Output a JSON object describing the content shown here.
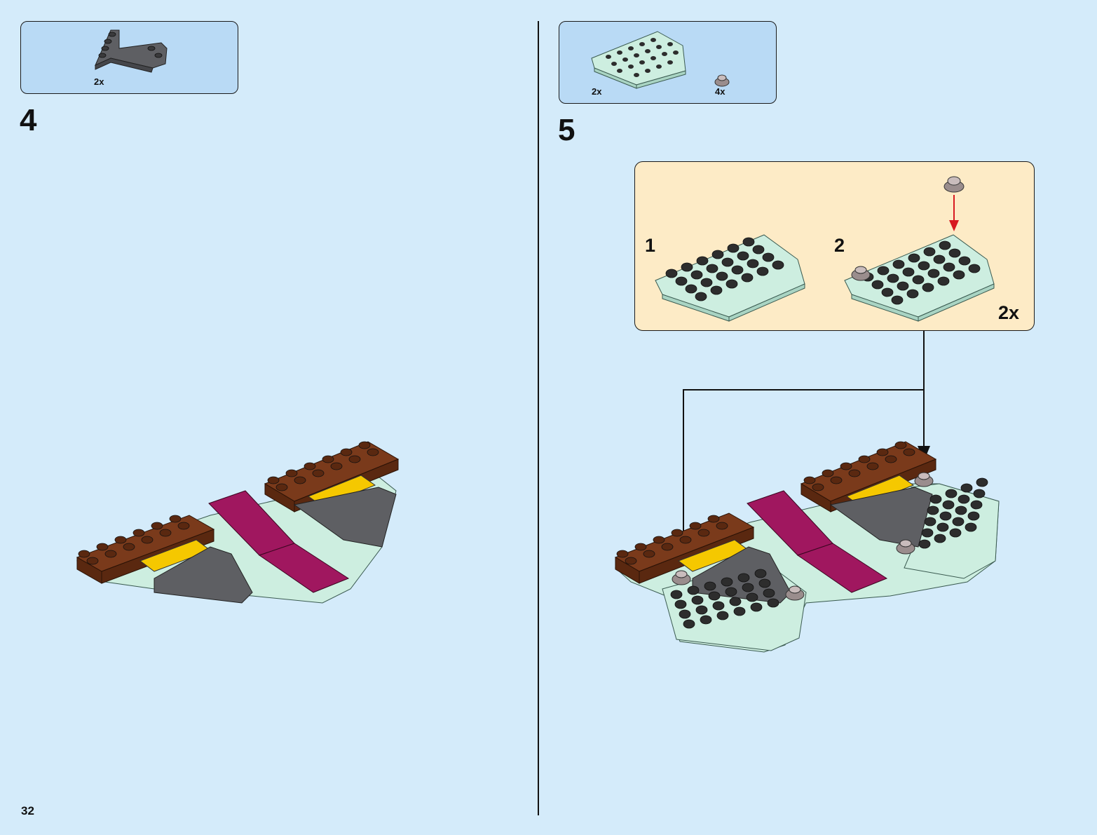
{
  "page": {
    "number": "32"
  },
  "steps": [
    {
      "number": "4",
      "parts": [
        {
          "qty": "2x",
          "part": "dark-grey-wedge-plate-icon"
        }
      ]
    },
    {
      "number": "5",
      "parts": [
        {
          "qty": "2x",
          "part": "light-aqua-wedge-plate-icon"
        },
        {
          "qty": "4x",
          "part": "light-grey-round-plate-icon"
        }
      ],
      "sub_assembly": {
        "substeps": [
          "1",
          "2"
        ],
        "qty": "2x"
      }
    }
  ],
  "colors": {
    "background": "#d4ebfa",
    "parts_box": "#b9daf5",
    "callout": "#fdebc6",
    "brown": "#6b3318",
    "magenta": "#a0175f",
    "yellow": "#f5c800",
    "dark_grey": "#5e5f63",
    "light_aqua": "#cdeee0",
    "stud_dark": "#2d2d2d",
    "arrow_red": "#d71921"
  }
}
